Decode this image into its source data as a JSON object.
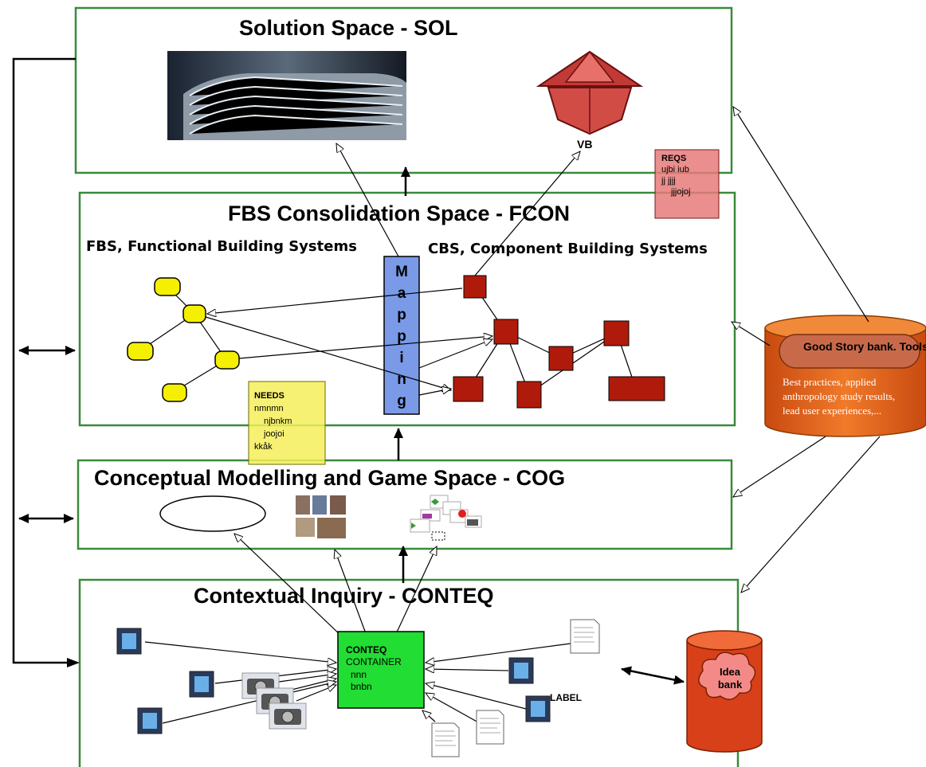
{
  "spaces": {
    "sol": "Solution Space  - SOL",
    "fcon": "FBS Consolidation Space  - FCON",
    "cog": "Conceptual Modelling and Game Space - COG",
    "conteq": "Contextual Inquiry   - CONTEQ"
  },
  "fcon_labels": {
    "fbs": "FBS, Functional Building Systems",
    "cbs": "CBS, Component Building Systems",
    "mapping": [
      "M",
      "a",
      "p",
      "p",
      "i",
      "n",
      "g"
    ]
  },
  "sol_labels": {
    "vb": "VB"
  },
  "reqs_note": {
    "title": "REQS",
    "lines": [
      "ujbi iub",
      "jj jjjj",
      "jjjojoj"
    ]
  },
  "needs_note": {
    "title": "NEEDS",
    "lines": [
      "nmnmn",
      "njbnkm",
      "joojoi",
      "kkåk"
    ]
  },
  "story_bank": {
    "title": "Good Story bank. Tools.",
    "text": [
      "Best practices, applied",
      "anthropology study results,",
      "lead user experiences,..."
    ]
  },
  "idea_bank": {
    "lines": [
      "Idea",
      "bank"
    ]
  },
  "conteq_container": {
    "lines": [
      "CONTEQ",
      "CONTAINER",
      "nnn",
      "bnbn"
    ]
  },
  "conteq_label": "LABEL",
  "colors": {
    "box_border": "#3a8a3a",
    "fbs_node": "#f5ef00",
    "cbs_node": "#b01a0a",
    "mapping": "#7a9ae8",
    "container": "#22dd33",
    "bank": "#e8661a"
  }
}
